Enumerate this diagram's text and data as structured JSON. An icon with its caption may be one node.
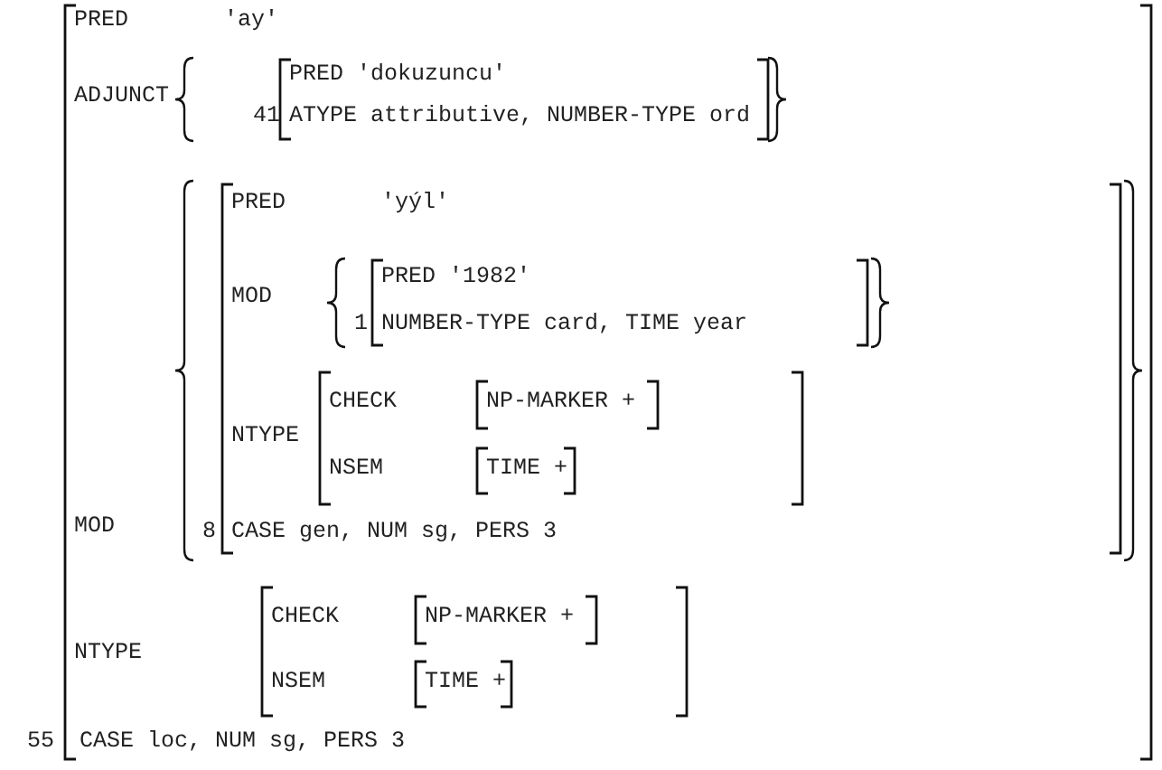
{
  "diagram": {
    "labels": [
      "PRED",
      "'ay'",
      "ADJUNCT",
      "41",
      "PRED 'dokuzuncu'",
      "ATYPE attributive, NUMBER-TYPE ord",
      "MOD",
      "PRED",
      "'yýl'",
      "MOD",
      "1",
      "PRED '1982'",
      "NUMBER-TYPE card, TIME year",
      "NTYPE",
      "CHECK",
      "NP-MARKER +",
      "NSEM",
      "TIME +",
      "8",
      "CASE gen, NUM sg, PERS 3",
      "NTYPE",
      "CHECK",
      "NP-MARKER +",
      "NSEM",
      "TIME +",
      "55",
      "CASE loc, NUM sg, PERS 3"
    ]
  }
}
